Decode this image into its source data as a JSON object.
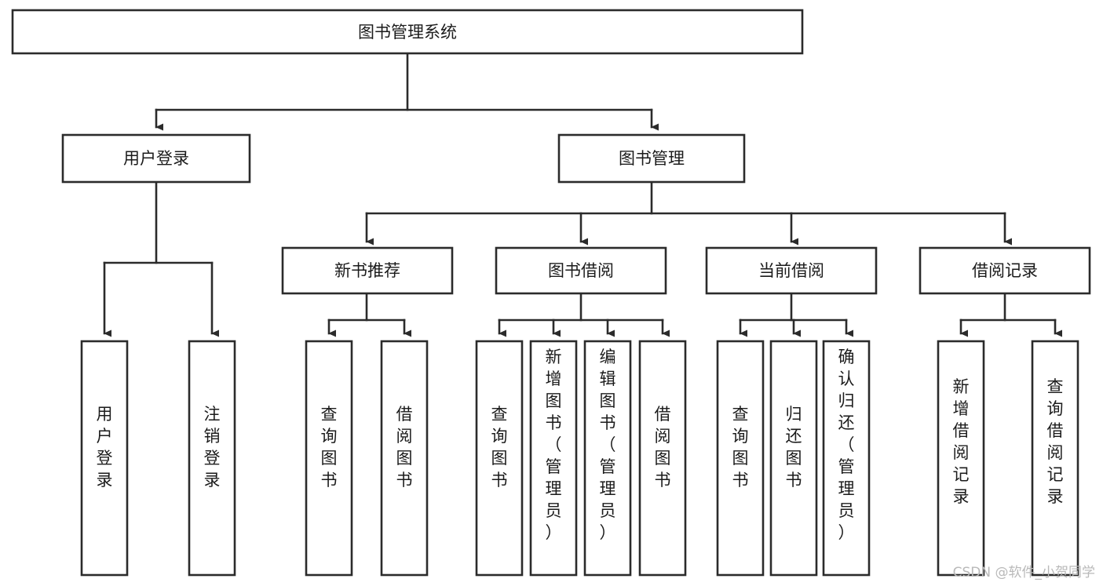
{
  "diagram": {
    "type": "tree-hierarchy-flowchart",
    "orientation": "top-down",
    "root": {
      "id": "root",
      "label": "图书管理系统"
    },
    "level2": [
      {
        "id": "user-login",
        "label": "用户登录"
      },
      {
        "id": "book-manage",
        "label": "图书管理"
      }
    ],
    "level3": [
      {
        "id": "new-book-recommend",
        "label": "新书推荐",
        "parent": "book-manage"
      },
      {
        "id": "book-borrow",
        "label": "图书借阅",
        "parent": "book-manage"
      },
      {
        "id": "current-borrow",
        "label": "当前借阅",
        "parent": "book-manage"
      },
      {
        "id": "borrow-record",
        "label": "借阅记录",
        "parent": "book-manage"
      }
    ],
    "leaves": {
      "user_login": [
        {
          "id": "leaf-user-login",
          "label": "用户登录"
        },
        {
          "id": "leaf-user-logout",
          "label": "注销登录"
        }
      ],
      "new_book_recommend": [
        {
          "id": "leaf-query-book-1",
          "label": "查询图书"
        },
        {
          "id": "leaf-borrow-book-1",
          "label": "借阅图书"
        }
      ],
      "book_borrow": [
        {
          "id": "leaf-query-book-2",
          "label": "查询图书"
        },
        {
          "id": "leaf-add-book",
          "label": "新增图书（管理员）"
        },
        {
          "id": "leaf-edit-book",
          "label": "编辑图书（管理员）"
        },
        {
          "id": "leaf-borrow-book-2",
          "label": "借阅图书"
        }
      ],
      "current_borrow": [
        {
          "id": "leaf-query-book-3",
          "label": "查询图书"
        },
        {
          "id": "leaf-return-book",
          "label": "归还图书"
        },
        {
          "id": "leaf-confirm-return",
          "label": "确认归还（管理员）"
        }
      ],
      "borrow_record": [
        {
          "id": "leaf-add-record",
          "label": "新增借阅记录"
        },
        {
          "id": "leaf-query-record",
          "label": "查询借阅记录"
        }
      ]
    }
  },
  "watermark": {
    "text": "CSDN @软件_小贺同学"
  },
  "colors": {
    "background": "#ffffff",
    "box_fill": "#ffffff",
    "box_stroke": "#2b2b2b",
    "connector": "#2b2b2b",
    "text": "#1b1b1b",
    "watermark": "#b9b9b9"
  }
}
